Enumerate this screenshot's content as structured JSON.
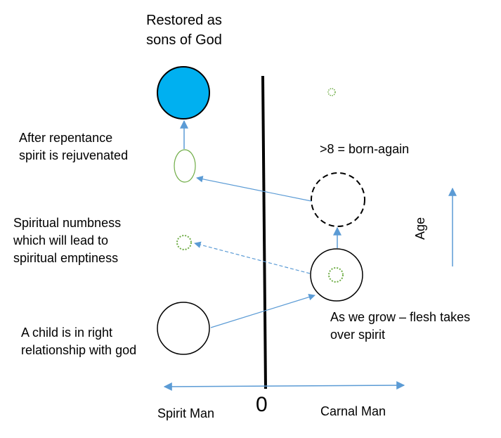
{
  "labels": {
    "restored": [
      "Restored as",
      "sons of God"
    ],
    "repentance": [
      "After repentance",
      "spirit is rejuvenated"
    ],
    "numbness": [
      "Spiritual numbness",
      "which will lead to",
      "spiritual emptiness"
    ],
    "child": [
      "A child is in right",
      "relationship with god"
    ],
    "born_again": ">8 = born-again",
    "grow": [
      "As we grow – flesh takes",
      "over spirit"
    ],
    "age": "Age",
    "axis_left": "Spirit Man",
    "axis_right": "Carnal Man",
    "axis_zero": "0"
  },
  "colors": {
    "arrow": "#5b9bd5",
    "filled_circle": "#00b0f0",
    "green_outline": "#70ad47",
    "black": "#000000"
  }
}
